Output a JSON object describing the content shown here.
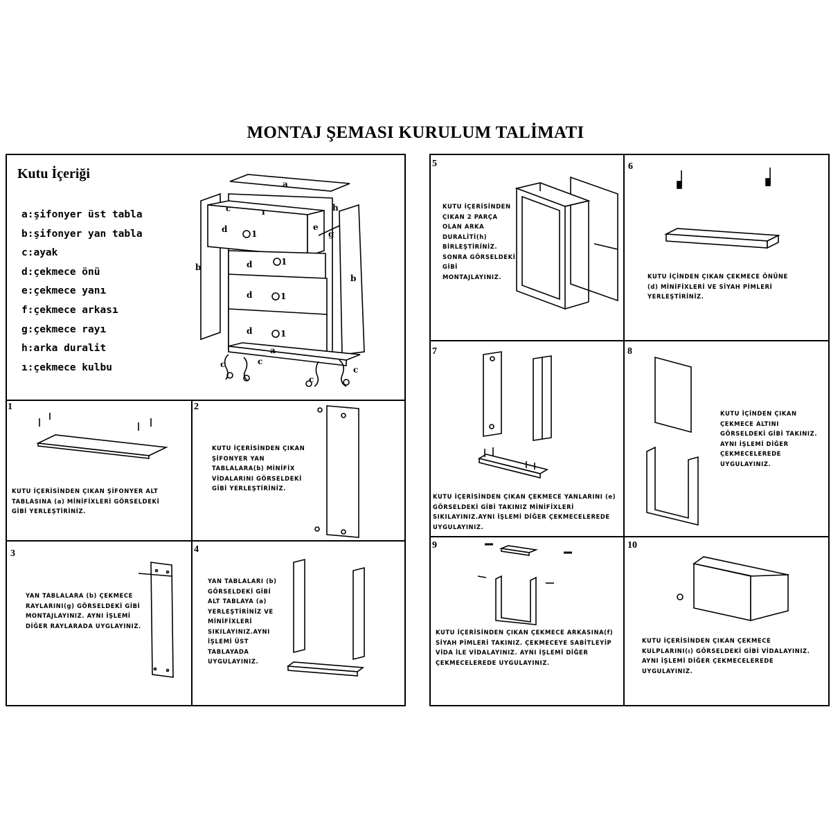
{
  "title": "MONTAJ ŞEMASI KURULUM TALİMATI",
  "contents": {
    "heading": "Kutu İçeriği",
    "items": [
      "a:şifonyer üst tabla",
      "b:şifonyer yan tabla",
      "c:ayak",
      "d:çekmece önü",
      "e:çekmece yanı",
      "f:çekmece arkası",
      "g:çekmece rayı",
      "h:arka duralit",
      "ı:çekmece kulbu"
    ],
    "diagram_labels": {
      "a": "a",
      "b": "b",
      "c": "c",
      "d": "d",
      "e": "e",
      "g": "g",
      "h": "h",
      "i": "ı",
      "handle": "1"
    }
  },
  "steps": [
    {
      "number": "1",
      "text": "KUTU İÇERİSİNDEN ÇIKAN ŞİFONYER ALT\nTABLASINA (a) MİNİFİXLERİ GÖRSELDEKİ\nGİBİ YERLEŞTİRİNİZ."
    },
    {
      "number": "2",
      "text": "KUTU İÇERİSİNDEN ÇIKAN\nŞİFONYER YAN\nTABLALARA(b) MİNİFİX\nVİDALARINI GÖRSELDEKİ\nGİBİ YERLEŞTİRİNİZ."
    },
    {
      "number": "3",
      "text": "YAN TABLALARA (b) ÇEKMECE\nRAYLARINI(g) GÖRSELDEKİ GİBİ\nMONTAJLAYINIZ. AYNI İŞLEMİ\nDİĞER RAYLARADA UYGLAYINIZ."
    },
    {
      "number": "4",
      "text": "YAN TABLALARI (b)\nGÖRSELDEKİ GİBİ\nALT TABLAYA (a)\nYERLEŞTİRİNİZ VE\nMİNİFİXLERİ\nSIKILAYINIZ.AYNI\nİŞLEMİ ÜST\nTABLAYADA\nUYGULAYINIZ."
    },
    {
      "number": "5",
      "text": "KUTU İÇERİSİNDEN\nÇIKAN 2 PARÇA\nOLAN ARKA\nDURALİTİ(h)\nBİRLEŞTİRİNİZ.\nSONRA GÖRSELDEKİ\nGİBİ\nMONTAJLAYINIZ."
    },
    {
      "number": "6",
      "text": "KUTU İÇİNDEN ÇIKAN ÇEKMECE ÖNÜNE\n(d) MİNİFİXLERİ VE SİYAH PİMLERİ\nYERLEŞTİRİNİZ."
    },
    {
      "number": "7",
      "text": "KUTU İÇERİSİNDEN ÇIKAN ÇEKMECE YANLARINI (e)\nGÖRSELDEKİ GİBİ TAKINIZ MİNİFİXLERİ\nSIKILAYINIZ.AYNI İŞLEMİ DİĞER ÇEKMECELEREDE\nUYGULAYINIZ."
    },
    {
      "number": "8",
      "text": "KUTU İÇİNDEN ÇIKAN\nÇEKMECE ALTINI\nGÖRSELDEKİ GİBİ TAKINIZ.\nAYNI İŞLEMİ DİĞER\nÇEKMECELEREDE\nUYGULAYINIZ."
    },
    {
      "number": "9",
      "text": "KUTU İÇERİSİNDEN ÇIKAN ÇEKMECE ARKASINA(f)\nSİYAH PİMLERİ TAKINIZ. ÇEKMECEYE SABİTLEYİP\nVİDA İLE VİDALAYINIZ. AYNI İŞLEMİ DİĞER\nÇEKMECELEREDE UYGULAYINIZ."
    },
    {
      "number": "10",
      "text": "KUTU İÇERİSİNDEN ÇIKAN ÇEKMECE\nKULPLARINI(ı) GÖRSELDEKİ GİBİ VİDALAYINIZ.\nAYNI İŞLEMİ DİĞER ÇEKMECELEREDE\nUYGULAYINIZ."
    }
  ]
}
